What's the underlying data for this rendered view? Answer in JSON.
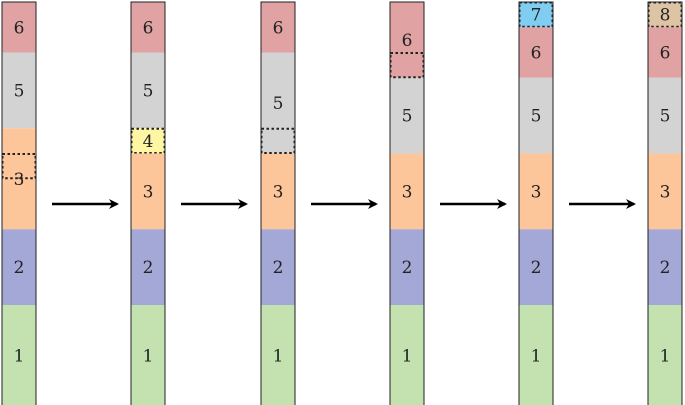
{
  "colors": {
    "1": "#c3e2af",
    "2": "#a4a8d6",
    "3": "#fdc59a",
    "4": "#fff6a4",
    "5": "#d3d3d3",
    "6": "#e0a2a2",
    "7": "#7fcdf1",
    "8": "#dcc4a4",
    "outline": "#222222",
    "arrow": "#000000"
  },
  "stacks": [
    {
      "name": "stack-stage-1",
      "segments": [
        {
          "label": "6",
          "color_key": "6",
          "height": 1
        },
        {
          "label": "5",
          "color_key": "5",
          "height": 1.5
        },
        {
          "label": "3",
          "color_key": "3",
          "height": 2
        },
        {
          "label": "2",
          "color_key": "2",
          "height": 1.5
        },
        {
          "label": "1",
          "color_key": "1",
          "height": 2
        }
      ],
      "dashed_boxes": [
        {
          "from_top": 3.0,
          "size": 0.5
        }
      ]
    },
    {
      "name": "stack-stage-2",
      "segments": [
        {
          "label": "6",
          "color_key": "6",
          "height": 1
        },
        {
          "label": "5",
          "color_key": "5",
          "height": 1.5
        },
        {
          "label": "4",
          "color_key": "4",
          "height": 0.5,
          "dashed": true
        },
        {
          "label": "3",
          "color_key": "3",
          "height": 1.5
        },
        {
          "label": "2",
          "color_key": "2",
          "height": 1.5
        },
        {
          "label": "1",
          "color_key": "1",
          "height": 2
        }
      ],
      "dashed_boxes": []
    },
    {
      "name": "stack-stage-3",
      "segments": [
        {
          "label": "6",
          "color_key": "6",
          "height": 1
        },
        {
          "label": "5",
          "color_key": "5",
          "height": 2
        },
        {
          "label": "3",
          "color_key": "3",
          "height": 1.5
        },
        {
          "label": "2",
          "color_key": "2",
          "height": 1.5
        },
        {
          "label": "1",
          "color_key": "1",
          "height": 2
        }
      ],
      "dashed_boxes": [
        {
          "from_top": 2.5,
          "size": 0.5
        }
      ]
    },
    {
      "name": "stack-stage-4",
      "segments": [
        {
          "label": "6",
          "color_key": "6",
          "height": 1.5
        },
        {
          "label": "5",
          "color_key": "5",
          "height": 1.5
        },
        {
          "label": "3",
          "color_key": "3",
          "height": 1.5
        },
        {
          "label": "2",
          "color_key": "2",
          "height": 1.5
        },
        {
          "label": "1",
          "color_key": "1",
          "height": 2
        }
      ],
      "dashed_boxes": [
        {
          "from_top": 1.0,
          "size": 0.5
        }
      ]
    },
    {
      "name": "stack-stage-5",
      "segments": [
        {
          "label": "7",
          "color_key": "7",
          "height": 0.5,
          "dashed": true
        },
        {
          "label": "6",
          "color_key": "6",
          "height": 1
        },
        {
          "label": "5",
          "color_key": "5",
          "height": 1.5
        },
        {
          "label": "3",
          "color_key": "3",
          "height": 1.5
        },
        {
          "label": "2",
          "color_key": "2",
          "height": 1.5
        },
        {
          "label": "1",
          "color_key": "1",
          "height": 2
        }
      ],
      "dashed_boxes": []
    },
    {
      "name": "stack-stage-6",
      "segments": [
        {
          "label": "8",
          "color_key": "8",
          "height": 0.5,
          "dashed": true
        },
        {
          "label": "6",
          "color_key": "6",
          "height": 1
        },
        {
          "label": "5",
          "color_key": "5",
          "height": 1.5
        },
        {
          "label": "3",
          "color_key": "3",
          "height": 1.5
        },
        {
          "label": "2",
          "color_key": "2",
          "height": 1.5
        },
        {
          "label": "1",
          "color_key": "1",
          "height": 2
        }
      ],
      "dashed_boxes": []
    }
  ],
  "arrows": [
    {
      "name": "arrow-1-to-2"
    },
    {
      "name": "arrow-2-to-3"
    },
    {
      "name": "arrow-3-to-4"
    },
    {
      "name": "arrow-4-to-5"
    },
    {
      "name": "arrow-5-to-6"
    }
  ]
}
